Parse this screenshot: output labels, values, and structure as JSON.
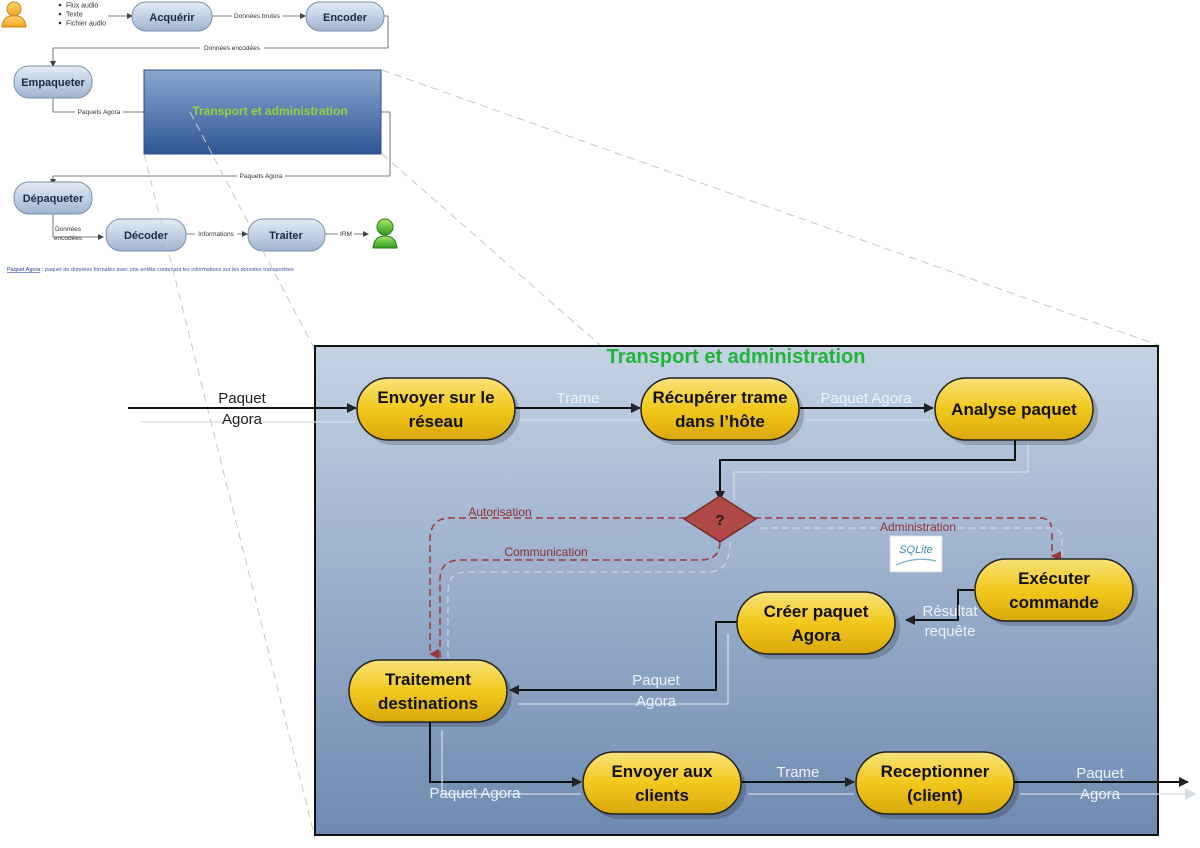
{
  "top": {
    "inputs": [
      "Flux audio",
      "Texte",
      "Fichier audio"
    ],
    "nodes": {
      "acquerir": "Acquérir",
      "encoder": "Encoder",
      "empaqueter": "Empaqueter",
      "transport": "Transport et administration",
      "depaqueter": "Dépaqueter",
      "decoder": "Décoder",
      "traiter": "Traiter"
    },
    "edges": {
      "donnees_brutes": "Données brutes",
      "donnees_encodees": "Données encodées",
      "paquets_agora_1": "Paquets Agora",
      "paquets_agora_2": "Paquets Agora",
      "donnees_encodees_2a": "Données",
      "donnees_encodees_2b": "encodées",
      "informations": "Informations",
      "irm": "IRM"
    },
    "footnote_term": "Paquet Agora",
    "footnote_text": " : paquet de données formatés avec une entête contenant les informations sur les données transportées"
  },
  "detail": {
    "title": "Transport et administration",
    "nodes": {
      "envoyer_reseau": [
        "Envoyer sur le",
        "réseau"
      ],
      "recuperer_trame": [
        "Récupérer trame",
        "dans l’hôte"
      ],
      "analyse_paquet": [
        "Analyse paquet"
      ],
      "decision": "?",
      "executer": [
        "Exécuter",
        "commande"
      ],
      "creer_paquet": [
        "Créer paquet",
        "Agora"
      ],
      "traitement": [
        "Traitement",
        "destinations"
      ],
      "envoyer_clients": [
        "Envoyer aux",
        "clients"
      ],
      "receptionner": [
        "Receptionner",
        "(client)"
      ]
    },
    "edges": {
      "paquet_agora_in": [
        "Paquet",
        "Agora"
      ],
      "trame_1": "Trame",
      "paquet_agora_2": "Paquet Agora",
      "autorisation": "Autorisation",
      "communication": "Communication",
      "administration": "Administration",
      "resultat_requete": [
        "Résultat",
        "requête"
      ],
      "paquet_agora_3": [
        "Paquet",
        "Agora"
      ],
      "paquet_agora_4": "Paquet Agora",
      "trame_2": "Trame",
      "paquet_agora_out": [
        "Paquet",
        "Agora"
      ]
    },
    "sqlite_logo": "SQLite"
  },
  "colors": {
    "node_yellow": "#f2c81c",
    "node_blue": "#b7c8de",
    "title_green": "#22b33a",
    "dashed_red": "#9a3a3a",
    "decision_red": "#b04848"
  }
}
